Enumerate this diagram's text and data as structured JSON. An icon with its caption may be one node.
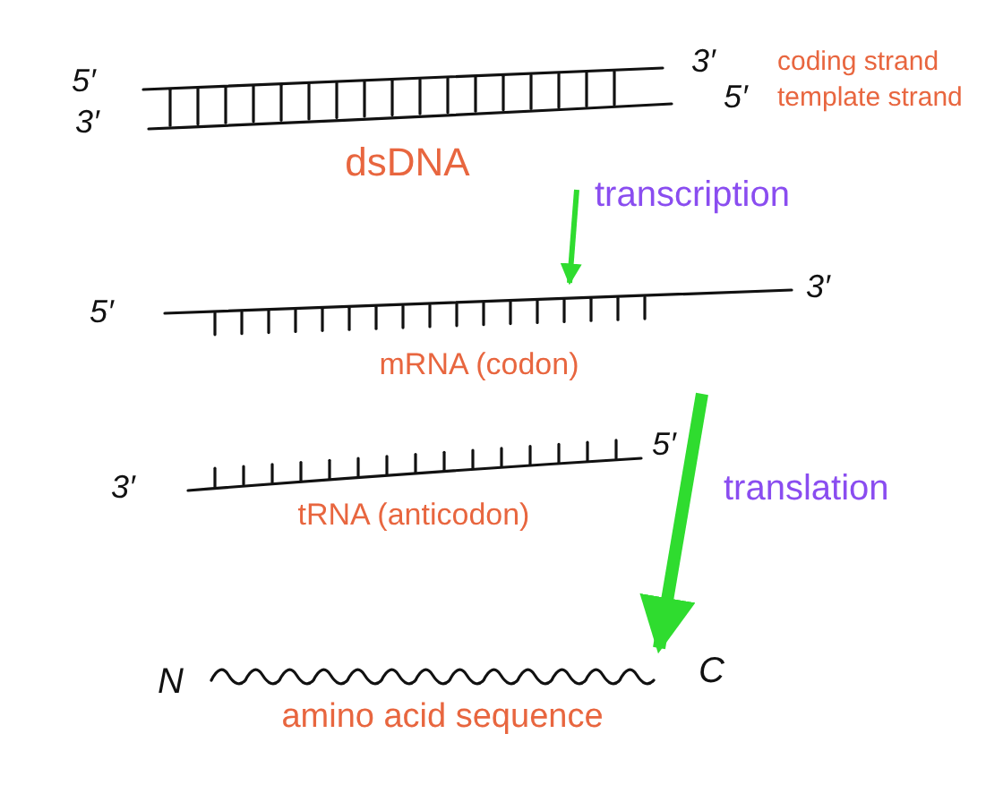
{
  "diagram": {
    "nodes": [
      {
        "text": [
          "dsDNA"
        ],
        "beside": [
          "5′",
          "3′",
          "coding strand",
          "3′",
          "5′",
          "template strand"
        ]
      },
      {
        "text": [
          "mRNA (codon)"
        ],
        "beside": [
          "5′",
          "3′"
        ]
      },
      {
        "text": [
          "tRNA (anticodon)"
        ],
        "beside": [
          "3′",
          "5′"
        ]
      },
      {
        "text": [
          "amino acid sequence"
        ],
        "beside": [
          "N",
          "C"
        ]
      }
    ],
    "edges": [
      {
        "from": 0,
        "to": 1,
        "arrow": "to",
        "label": "transcription"
      },
      {
        "from": 1,
        "to": 3,
        "arrow": "to",
        "label": "translation",
        "style": "thick"
      }
    ]
  }
}
